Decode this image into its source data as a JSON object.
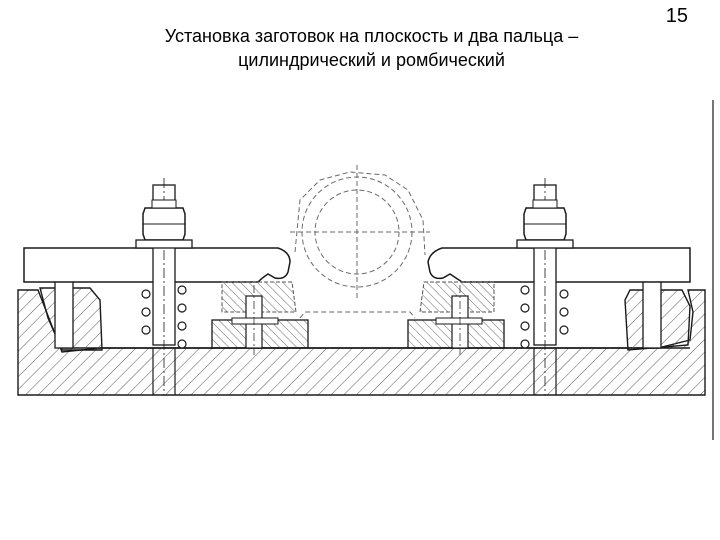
{
  "slide": {
    "number": "15",
    "title_line1": "Установка заготовок на плоскость и два пальца –",
    "title_line2": "цилиндрический и ромбический"
  },
  "drawing": {
    "subject": "fixture-plate-two-pins",
    "colors": {
      "line": "#1a1a1a",
      "hatch": "#5a5a5a",
      "hidden": "#6a6a6a",
      "background": "#ffffff"
    }
  }
}
